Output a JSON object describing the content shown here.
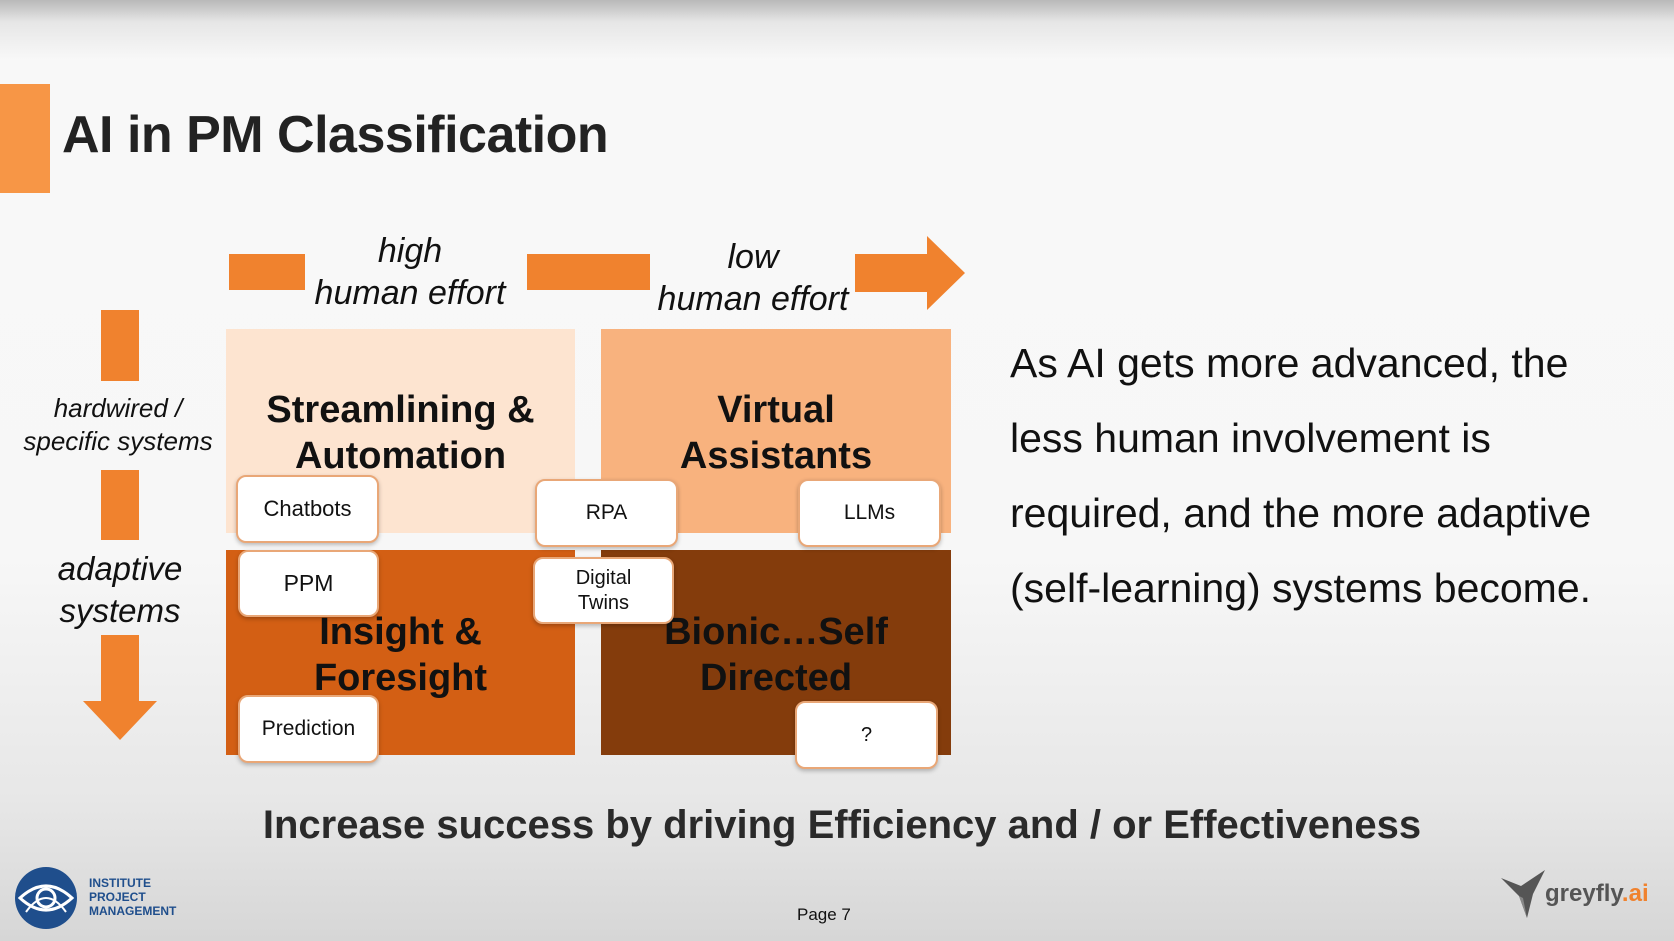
{
  "slide": {
    "title": "AI in PM Classification",
    "tagline": "Increase success by driving Efficiency and / or Effectiveness",
    "page": "Page 7"
  },
  "axes": {
    "top_left_label": "high\nhuman effort",
    "top_right_label": "low\nhuman effort",
    "side_top_label": "hardwired /\nspecific systems",
    "side_bottom_label": "adaptive\nsystems"
  },
  "quadrants": {
    "top_left": "Streamlining &\nAutomation",
    "top_right": "Virtual\nAssistants",
    "bottom_left": "Insight &\nForesight",
    "bottom_right": "Bionic…Self\nDirected"
  },
  "tags": {
    "chatbots": "Chatbots",
    "rpa": "RPA",
    "llms": "LLMs",
    "ppm": "PPM",
    "digital_twins": "Digital\nTwins",
    "prediction": "Prediction",
    "unknown": "?"
  },
  "description": "As AI gets more advanced, the less human involvement is required, and the more adaptive (self-learning) systems become.",
  "logos": {
    "ipm_text": "INSTITUTE\nPROJECT\nMANAGEMENT",
    "greyfly_text": "greyfly",
    "greyfly_suffix": ".ai"
  },
  "colors": {
    "accent": "#f79646",
    "arrow": "#f0822e",
    "quad_top_left": "#fde4d0",
    "quad_top_right": "#f8b27e",
    "quad_bottom_left": "#d35f14",
    "quad_bottom_right": "#843c0c",
    "ipm_blue": "#1f4e8c"
  }
}
